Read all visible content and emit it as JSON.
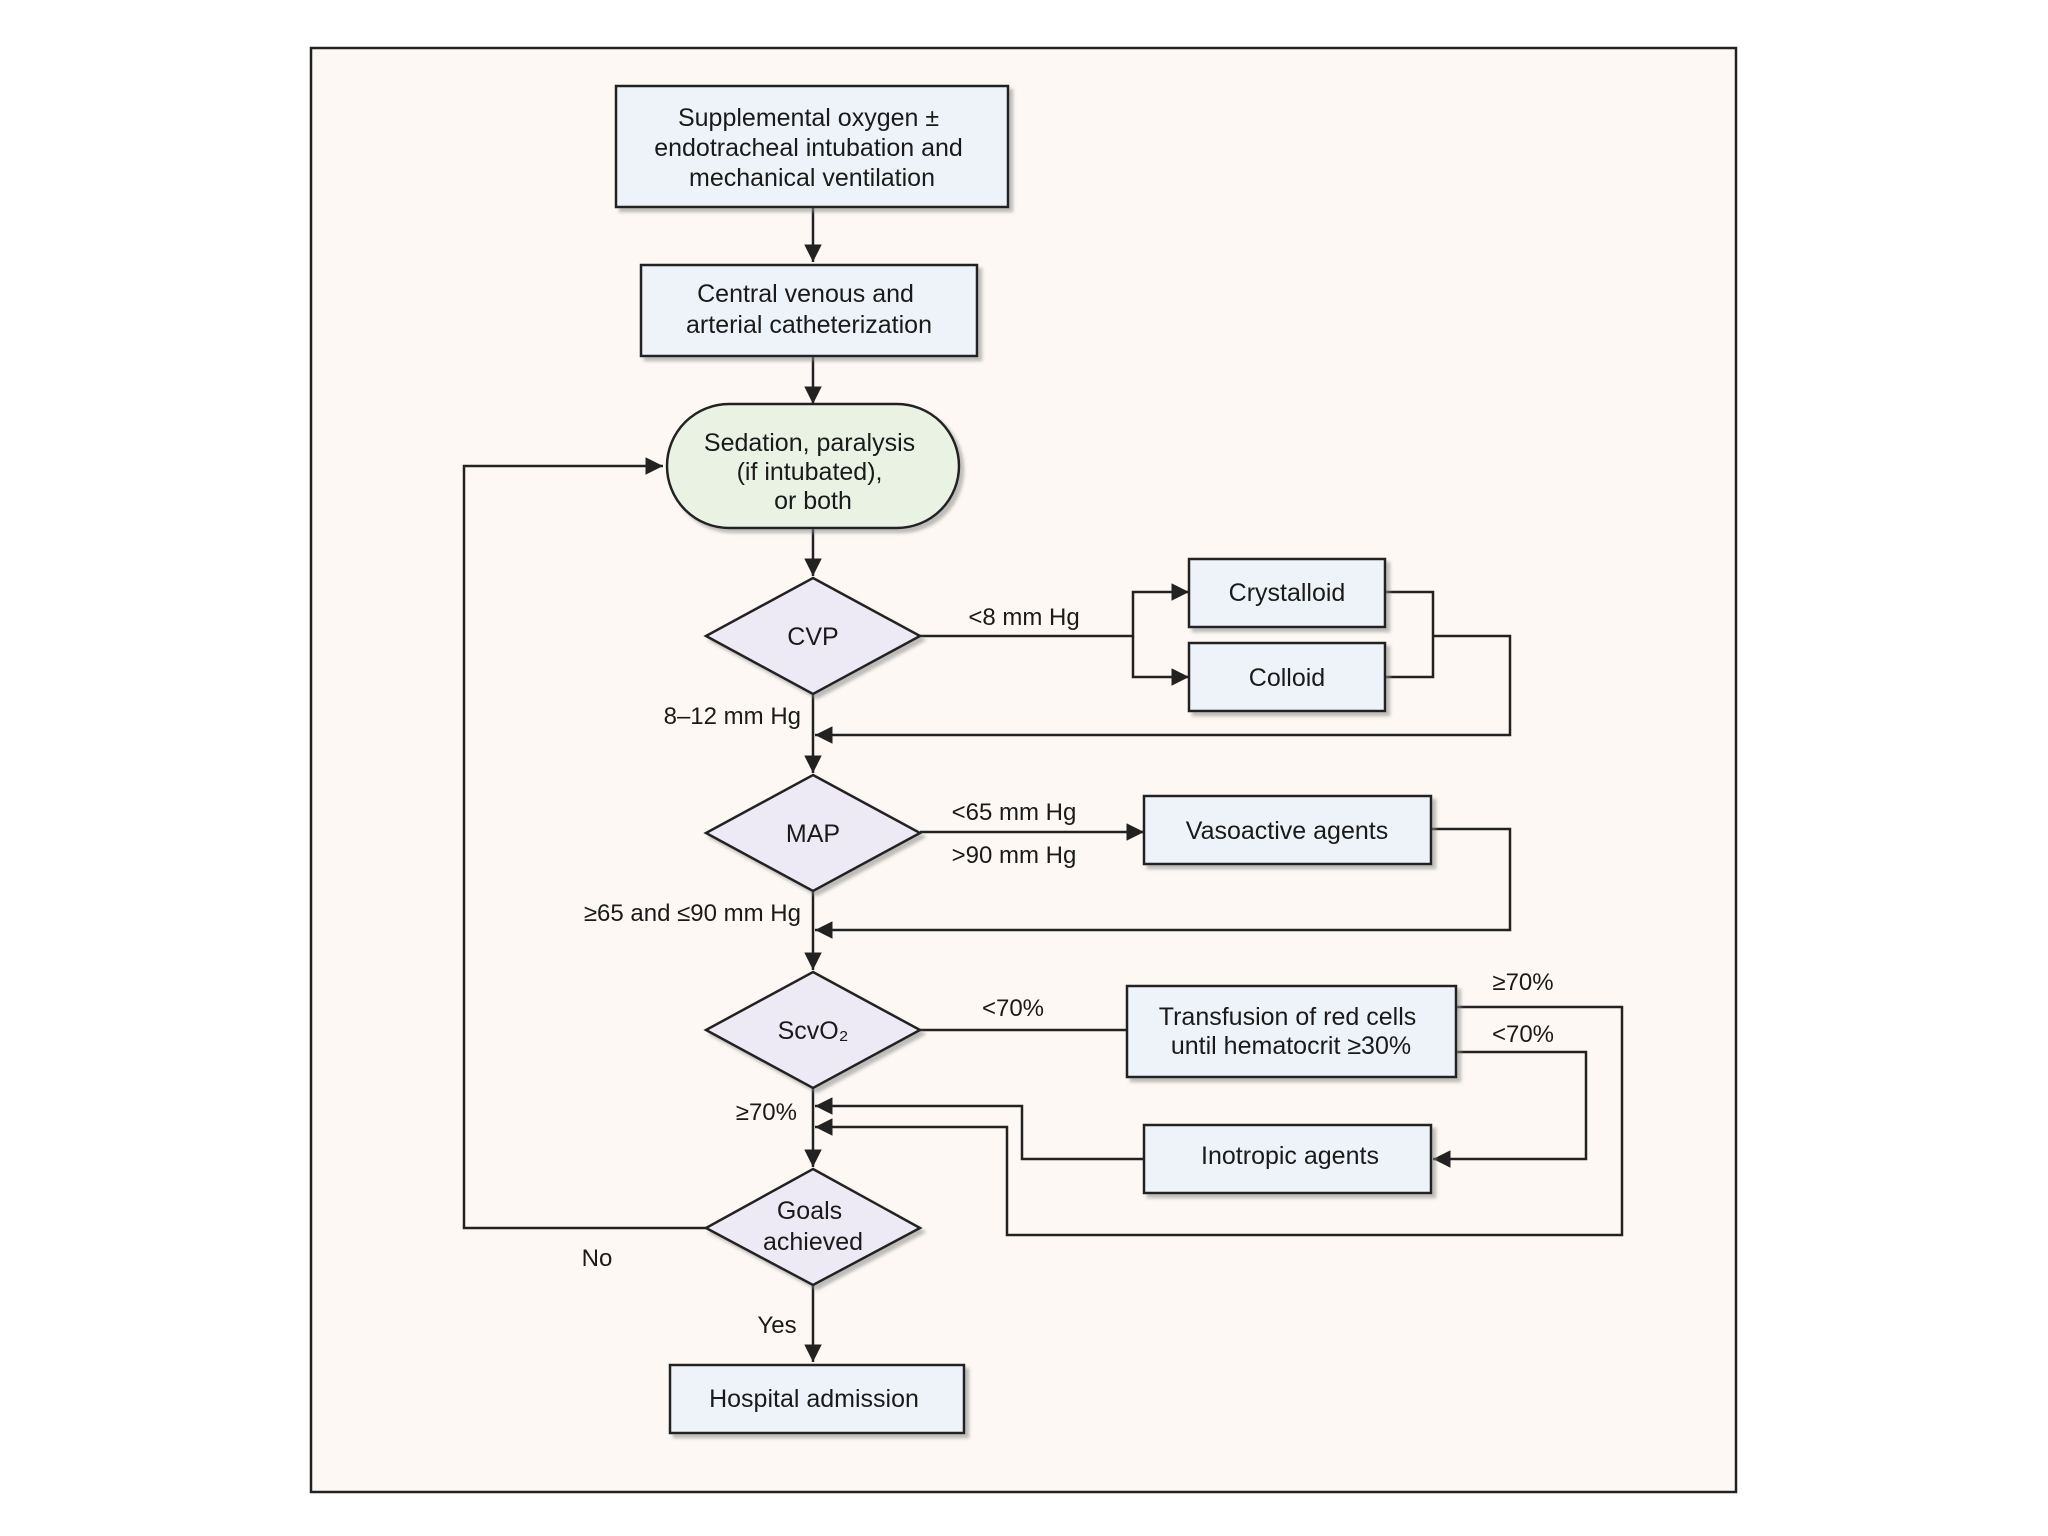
{
  "colors": {
    "panel_fill": "#fdf8f3",
    "box_fill": "#eef3f9",
    "terminal_fill": "#eaf2e3",
    "diamond_fill": "#edeaf6",
    "stroke": "#222222"
  },
  "nodes": {
    "supplemental_oxygen": {
      "lines": [
        "Supplemental oxygen ±",
        "endotracheal intubation and",
        "mechanical ventilation"
      ]
    },
    "catheterization": {
      "lines": [
        "Central venous and",
        "arterial catheterization"
      ]
    },
    "sedation": {
      "lines": [
        "Sedation, paralysis",
        "(if intubated),",
        "or both"
      ]
    },
    "cvp": {
      "lines": [
        "CVP"
      ]
    },
    "crystalloid": {
      "lines": [
        "Crystalloid"
      ]
    },
    "colloid": {
      "lines": [
        "Colloid"
      ]
    },
    "map": {
      "lines": [
        "MAP"
      ]
    },
    "vasoactive": {
      "lines": [
        "Vasoactive agents"
      ]
    },
    "scvo2": {
      "lines": [
        "ScvO₂"
      ]
    },
    "transfusion": {
      "lines": [
        "Transfusion of red cells",
        "until hematocrit ≥30%"
      ]
    },
    "inotropic": {
      "lines": [
        "Inotropic agents"
      ]
    },
    "goals": {
      "lines": [
        "Goals",
        "achieved"
      ]
    },
    "hospital": {
      "lines": [
        "Hospital admission"
      ]
    }
  },
  "edge_labels": {
    "cvp_low": "<8 mm Hg",
    "cvp_ok": "8–12 mm Hg",
    "map_low": "<65 mm Hg",
    "map_high": ">90 mm Hg",
    "map_ok": "≥65 and ≤90 mm Hg",
    "scvo2_low": "<70%",
    "scvo2_ok": "≥70%",
    "transfusion_ok": "≥70%",
    "transfusion_low": "<70%",
    "goals_no": "No",
    "goals_yes": "Yes"
  }
}
